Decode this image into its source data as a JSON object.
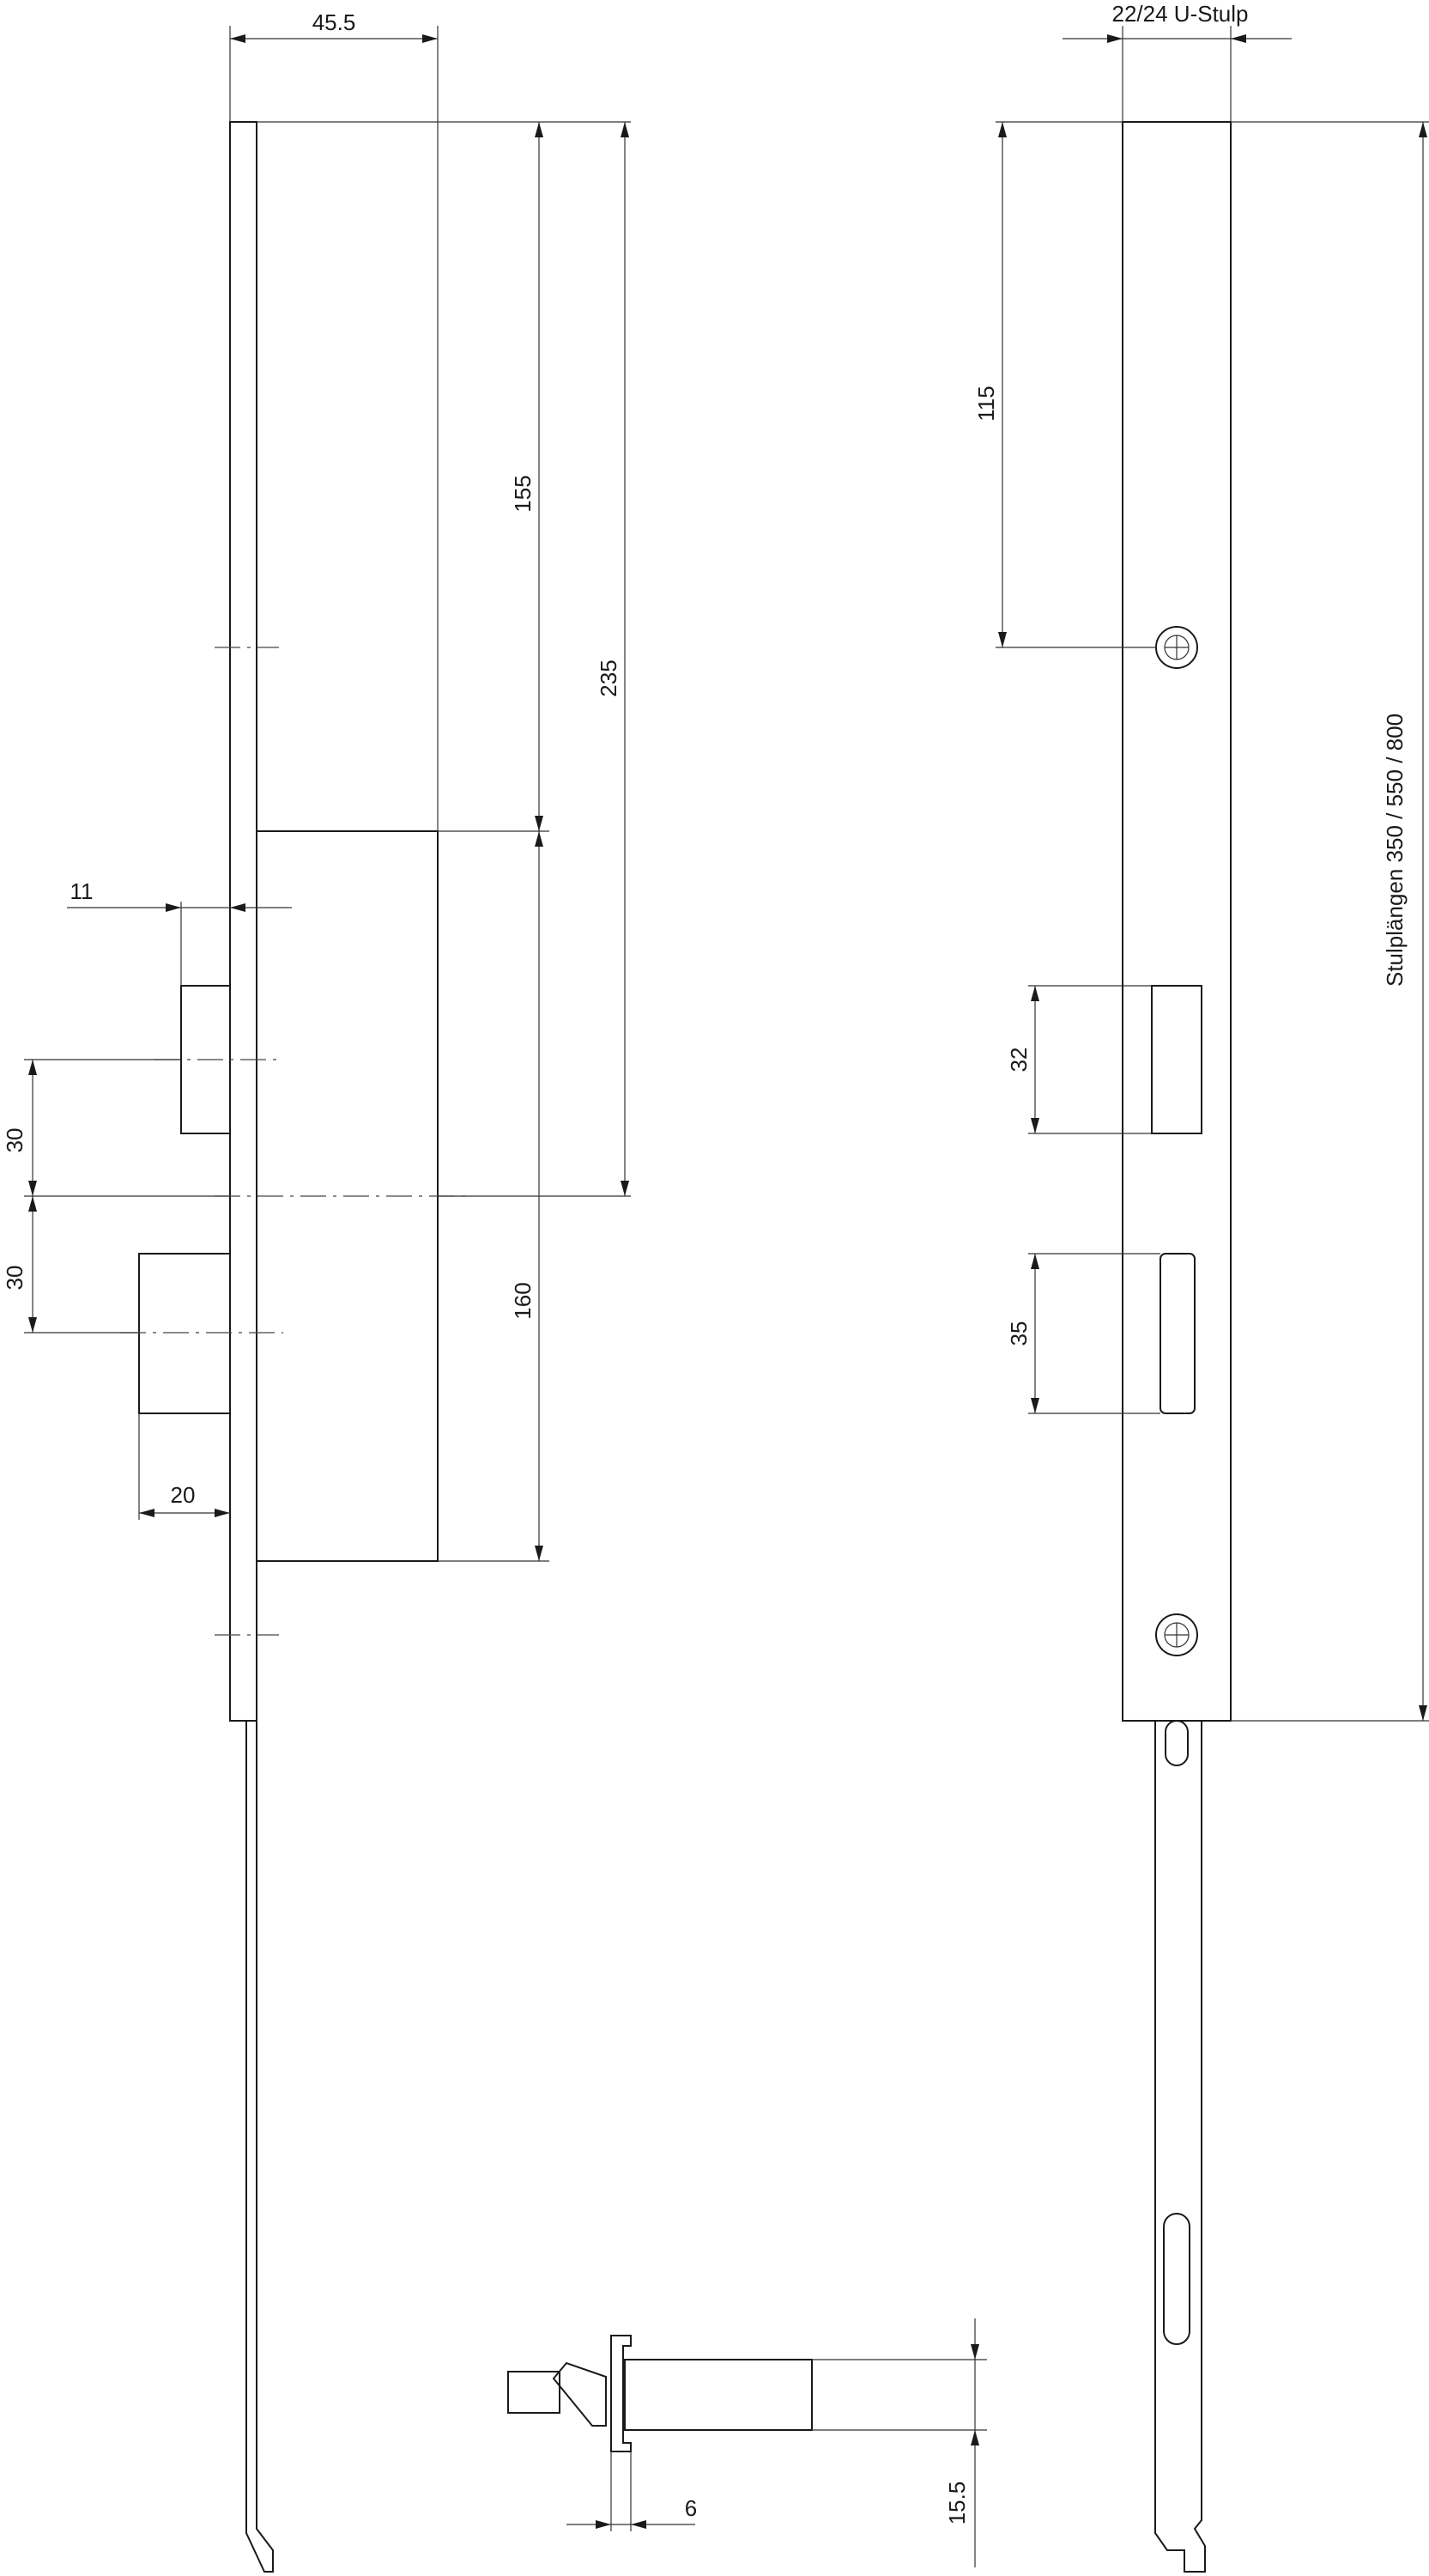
{
  "diagram": {
    "side_view": {
      "dim_width": "45.5",
      "dim_top_to_case": "155",
      "dim_top_to_centre": "235",
      "dim_case_height": "160",
      "dim_latch_projection": "11",
      "dim_latch_spacing": "30",
      "dim_bolt_spacing": "30",
      "dim_bolt_projection": "20"
    },
    "front_view": {
      "dim_faceplate": "22/24 U-Stulp",
      "dim_top_to_screw": "115",
      "dim_latch_hole": "32",
      "dim_bolt_hole": "35",
      "dim_lengths": "Stulplängen 350 / 550 / 800"
    },
    "bolt_detail": {
      "dim_thickness": "6",
      "dim_height": "15.5"
    }
  }
}
